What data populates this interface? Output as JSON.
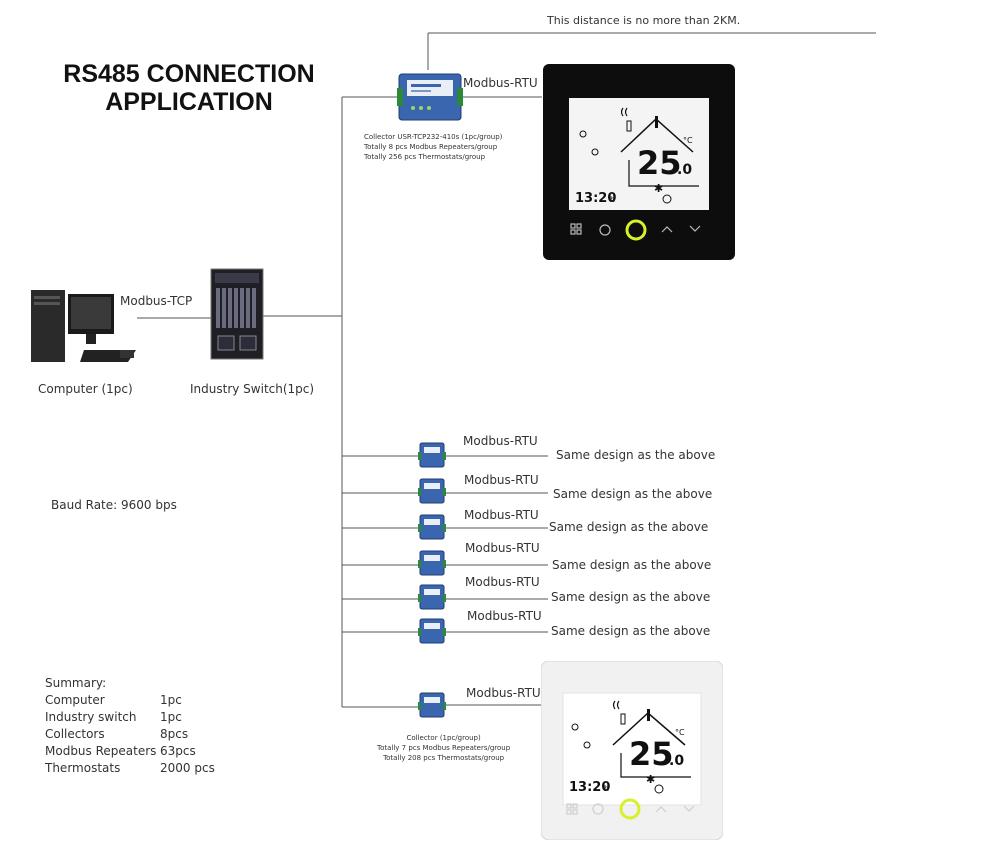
{
  "title_line1": "RS485 CONNECTION",
  "title_line2": "APPLICATION",
  "distance_note": "This distance is no more than 2KM.",
  "computer_label": "Computer (1pc)",
  "switch_label": "Industry Switch(1pc)",
  "modbus_tcp_label": "Modbus-TCP",
  "baud_rate": "Baud Rate: 9600 bps",
  "top_collector": {
    "link_label": "Modbus-RTU",
    "caption_lines": [
      "Collector USR-TCP232-410s (1pc/group)",
      "Totally 8 pcs Modbus Repeaters/group",
      "Totally 256 pcs Thermostats/group"
    ]
  },
  "repeater_rows": [
    {
      "link_label": "Modbus-RTU",
      "note": "Same design as the above"
    },
    {
      "link_label": "Modbus-RTU",
      "note": "Same design as the above"
    },
    {
      "link_label": "Modbus-RTU",
      "note": "Same design as the above"
    },
    {
      "link_label": "Modbus-RTU",
      "note": "Same design as the above"
    },
    {
      "link_label": "Modbus-RTU",
      "note": "Same design as the above"
    },
    {
      "link_label": "Modbus-RTU",
      "note": "Same design as the above"
    }
  ],
  "bottom_collector": {
    "link_label": "Modbus-RTU",
    "caption_lines": [
      "Collector (1pc/group)",
      "Totally 7 pcs Modbus Repeaters/group",
      "Totally 208 pcs Thermostats/group"
    ]
  },
  "summary": {
    "heading": "Summary:",
    "rows": [
      {
        "item": "Computer",
        "qty": "1pc"
      },
      {
        "item": "Industry switch",
        "qty": "1pc"
      },
      {
        "item": "Collectors",
        "qty": "8pcs"
      },
      {
        "item": "Modbus Repeaters",
        "qty": "63pcs"
      },
      {
        "item": "Thermostats",
        "qty": "2000 pcs"
      }
    ]
  },
  "thermostat_black": {
    "temperature": "25",
    "decimal": ".0",
    "unit": "°C",
    "time": "13:20",
    "time_suffix": "h"
  },
  "thermostat_white": {
    "temperature": "25",
    "decimal": ".0",
    "unit": "°C",
    "time": "13:20",
    "time_suffix": "h"
  },
  "colors": {
    "line": "#555555",
    "black_frame": "#0d0d0d",
    "white_frame": "#f1f1f1",
    "power_ring": "#d8f02a",
    "collector_blue": "#3a66b0"
  }
}
